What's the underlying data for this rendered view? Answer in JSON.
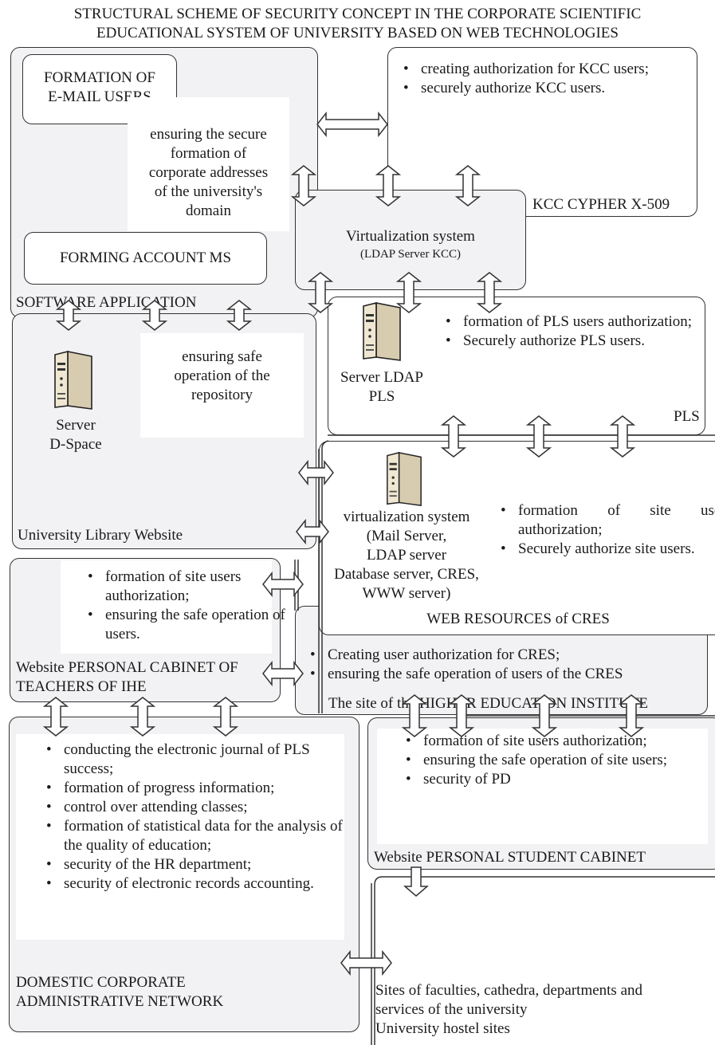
{
  "title": {
    "line1": "STRUCTURAL SCHEME OF SECURITY CONCEPT IN THE CORPORATE SCIENTIFIC",
    "line2": "EDUCATIONAL SYSTEM OF UNIVERSITY BASED ON WEB TECHNOLOGIES"
  },
  "software_application": {
    "label": "SOFTWARE APPLICATION",
    "email_users": {
      "line1": "FORMATION OF",
      "line2": "E-MAIL USERS"
    },
    "ensuring_text": {
      "line1": "ensuring the secure",
      "line2": "formation of",
      "line3": "corporate addresses",
      "line4": "of the university's",
      "line5": "domain"
    },
    "forming_account": "FORMING ACCOUNT MS"
  },
  "kcc": {
    "items": [
      "creating authorization for KCC users;",
      "securely authorize KCC users."
    ],
    "label": "KCC CYPHER X-509"
  },
  "virtualization_kcc": {
    "line1": "Virtualization system",
    "line2": "(LDAP Server KCC)"
  },
  "pls": {
    "server_label": {
      "line1": "Server LDAP",
      "line2": "PLS"
    },
    "items": [
      "formation of PLS users authorization;",
      "Securely authorize PLS users."
    ],
    "label": "PLS"
  },
  "library": {
    "server_label": {
      "line1": "Server",
      "line2": "D-Space"
    },
    "ensuring_text": {
      "line1": "ensuring safe",
      "line2": "operation of the",
      "line3": "repository"
    },
    "label": "University Library Website"
  },
  "web_resources": {
    "virt_text": {
      "line1": "virtualization system",
      "line2": "(Mail Server,",
      "line3": "LDAP server",
      "line4": "Database server, CRES,",
      "line5": "WWW server)"
    },
    "items": [
      "formation of site users authorization;",
      "Securely authorize site users."
    ],
    "label": "WEB RESOURCES of CRES"
  },
  "teachers": {
    "items": [
      "formation of site users authorization;",
      "ensuring the safe operation of users."
    ],
    "label": {
      "line1": "Website PERSONAL CABINET OF",
      "line2": "TEACHERS OF IHE"
    }
  },
  "higher_ed": {
    "items": [
      "Creating user authorization for CRES;",
      "ensuring the safe operation of users of the CRES"
    ],
    "label": "The site of the HIGHER EDUCATION INSTITUTE"
  },
  "domestic": {
    "items": [
      "conducting the electronic journal of PLS success;",
      "formation of progress information;",
      "control over attending classes;",
      "formation of statistical data for the analysis of the quality of education;",
      "security of the HR department;",
      "security of electronic records accounting."
    ],
    "label": {
      "line1": "DOMESTIC CORPORATE",
      "line2": "ADMINISTRATIVE NETWORK"
    }
  },
  "student": {
    "items": [
      "formation of site users authorization;",
      "ensuring the safe operation of site users;",
      "security of PD"
    ],
    "label": "Website PERSONAL STUDENT CABINET"
  },
  "bottom_sites": {
    "line1": "Sites of faculties, cathedra, departments and",
    "line2": "services of the university",
    "line3": "University hostel sites"
  },
  "colors": {
    "panel_fill": "#f2f2f4",
    "stroke": "#333333",
    "text": "#1a1a1a"
  },
  "icons": [
    "server-icon",
    "double-arrow-icon",
    "down-arrow-icon"
  ]
}
